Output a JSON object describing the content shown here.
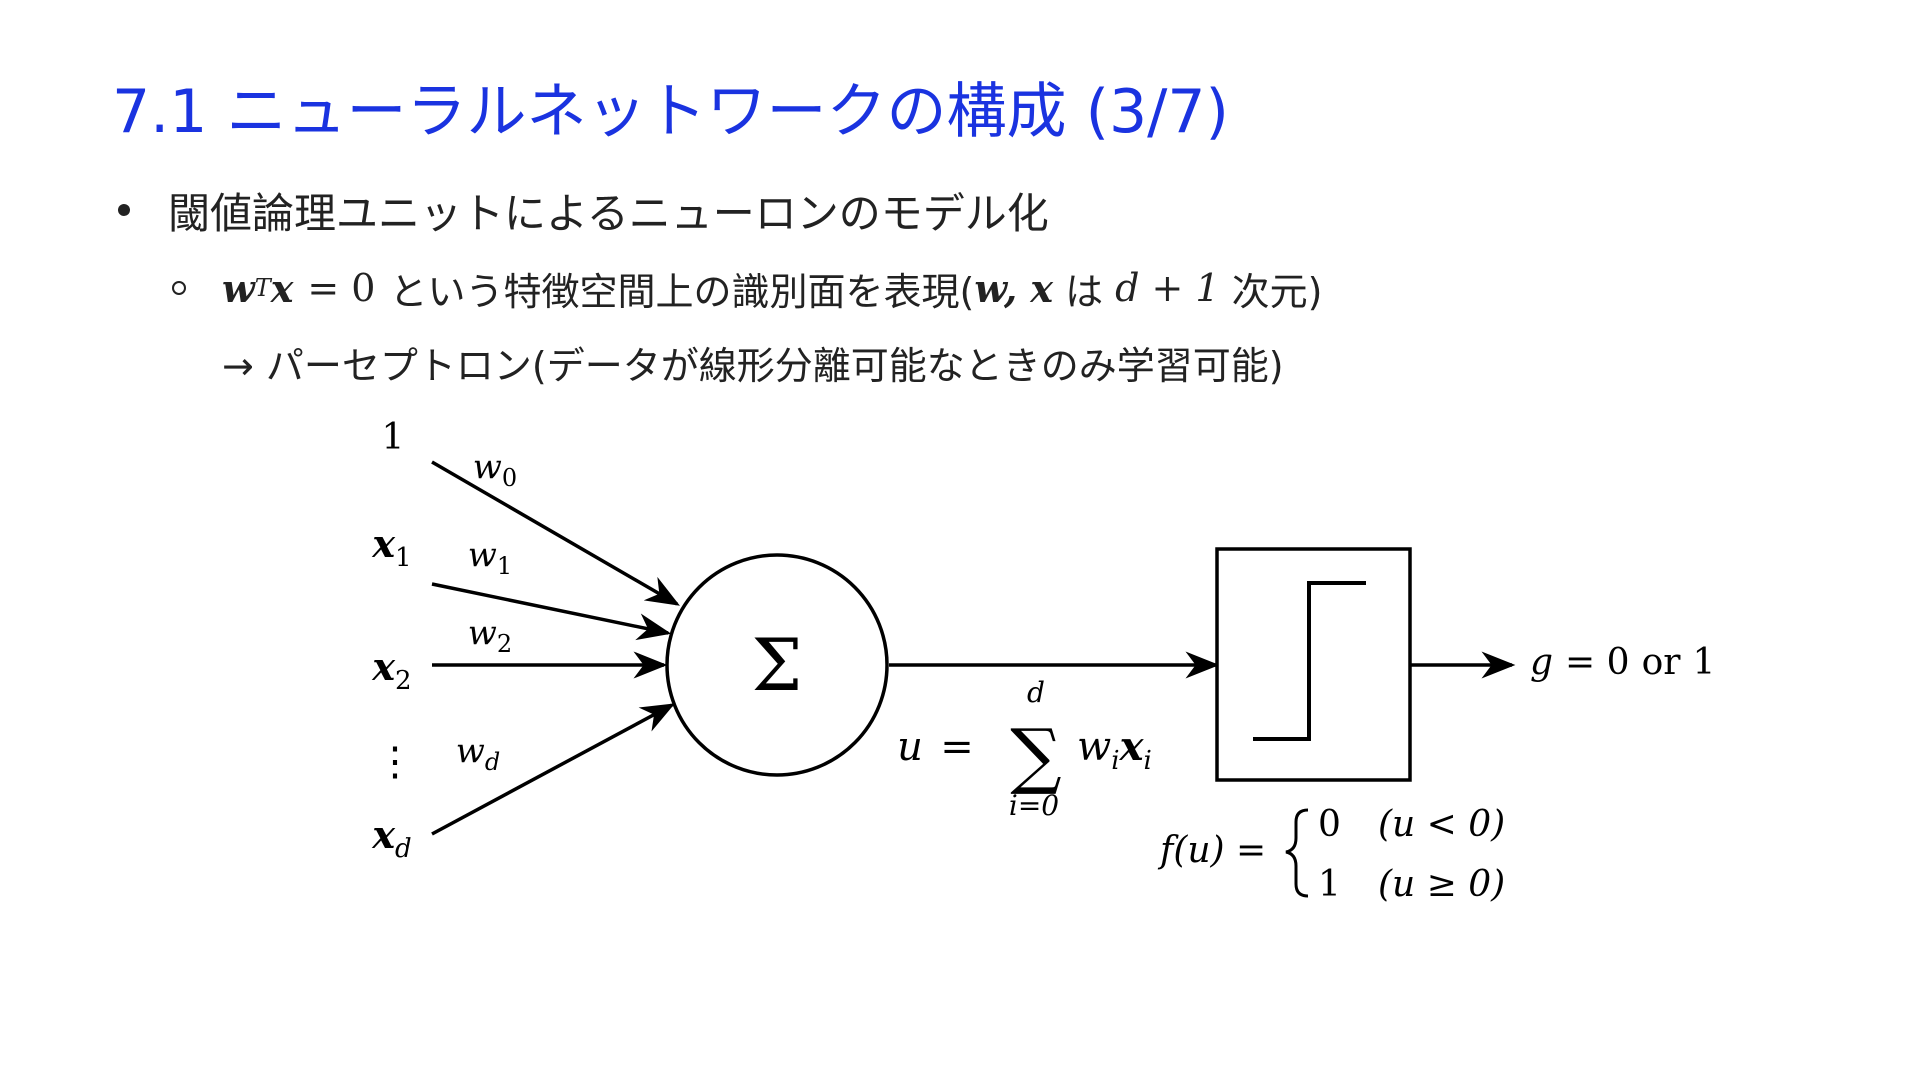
{
  "slide": {
    "title": "7.1 ニューラルネットワークの構成 (3/7)",
    "bullet": "閾値論理ユニットによるニューロンのモデル化",
    "sub": {
      "w": "w",
      "T": "T",
      "x": "x",
      "eq": "= 0",
      "text1": "という特徴空間上の識別面を表現(",
      "vars": "w, x",
      "ha": "は",
      "dim": "d + 1",
      "text2": "次元)"
    },
    "arrow_line": "→ パーセプトロン(データが線形分離可能なときのみ学習可能)"
  },
  "diagram": {
    "inputs": {
      "one": "1",
      "x1": "x",
      "x1_sub": "1",
      "x2": "x",
      "x2_sub": "2",
      "vdots": "⋮",
      "xd": "x",
      "xd_sub": "d"
    },
    "weights": {
      "w0": "w",
      "w0_sub": "0",
      "w1": "w",
      "w1_sub": "1",
      "w2": "w",
      "w2_sub": "2",
      "wd": "w",
      "wd_sub": "d"
    },
    "sum_symbol": "Σ",
    "u_formula": {
      "lhs": "u",
      "eq": "=",
      "sum": "∑",
      "upper": "d",
      "lower": "i=0",
      "w": "w",
      "w_sub": "i",
      "x": "x",
      "x_sub": "i"
    },
    "f_formula": {
      "lhs": "f(u) =",
      "case1_val": "0",
      "case1_cond": "(u < 0)",
      "case2_val": "1",
      "case2_cond": "(u ≥ 0)"
    },
    "output": {
      "g": "g",
      "eq": "= 0",
      "or": "or",
      "one": "1"
    },
    "colors": {
      "title": "#1a33e0",
      "stroke": "#000000"
    }
  }
}
